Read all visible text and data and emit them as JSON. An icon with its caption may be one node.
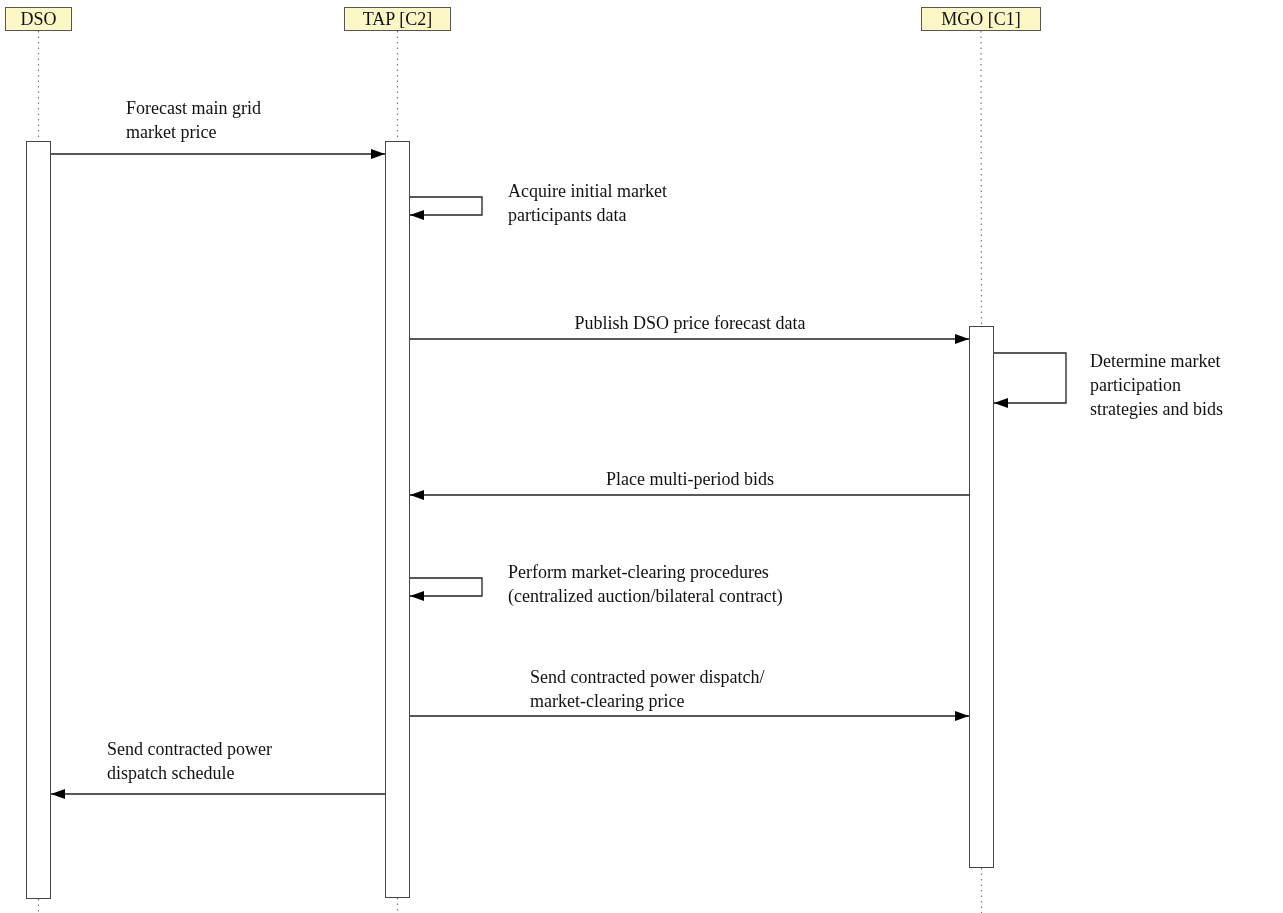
{
  "diagram": {
    "nodes": [
      {
        "text": [
          "DSO"
        ]
      },
      {
        "text": [
          "TAP [C2]"
        ]
      },
      {
        "text": [
          "MGO [C1]"
        ]
      },
      {
        "text": [],
        "shape": "bar"
      },
      {
        "text": [],
        "shape": "bar"
      },
      {
        "text": [],
        "shape": "bar"
      }
    ],
    "edges": [
      {
        "from": 0,
        "to": 3,
        "arrow": "none",
        "style": "dashed"
      },
      {
        "from": 1,
        "to": 4,
        "arrow": "none",
        "style": "dashed"
      },
      {
        "from": 2,
        "to": 5,
        "arrow": "none",
        "style": "dashed"
      },
      {
        "from": 3,
        "to": 4,
        "arrow": "to",
        "label": "Forecast main grid market price"
      },
      {
        "from": 4,
        "to": 4,
        "arrow": "to",
        "label": "Acquire initial market participants data"
      },
      {
        "from": 4,
        "to": 5,
        "arrow": "to",
        "label": "Publish DSO price forecast data"
      },
      {
        "from": 5,
        "to": 5,
        "arrow": "to",
        "label": "Determine market participation strategies and bids"
      },
      {
        "from": 5,
        "to": 4,
        "arrow": "to",
        "label": "Place multi-period bids"
      },
      {
        "from": 4,
        "to": 4,
        "arrow": "to",
        "label": "Perform market-clearing procedures (centralized auction/bilateral contract)"
      },
      {
        "from": 4,
        "to": 5,
        "arrow": "to",
        "label": "Send contracted power dispatch/ market-clearing price"
      },
      {
        "from": 4,
        "to": 3,
        "arrow": "to",
        "label": "Send contracted power dispatch schedule"
      }
    ]
  }
}
